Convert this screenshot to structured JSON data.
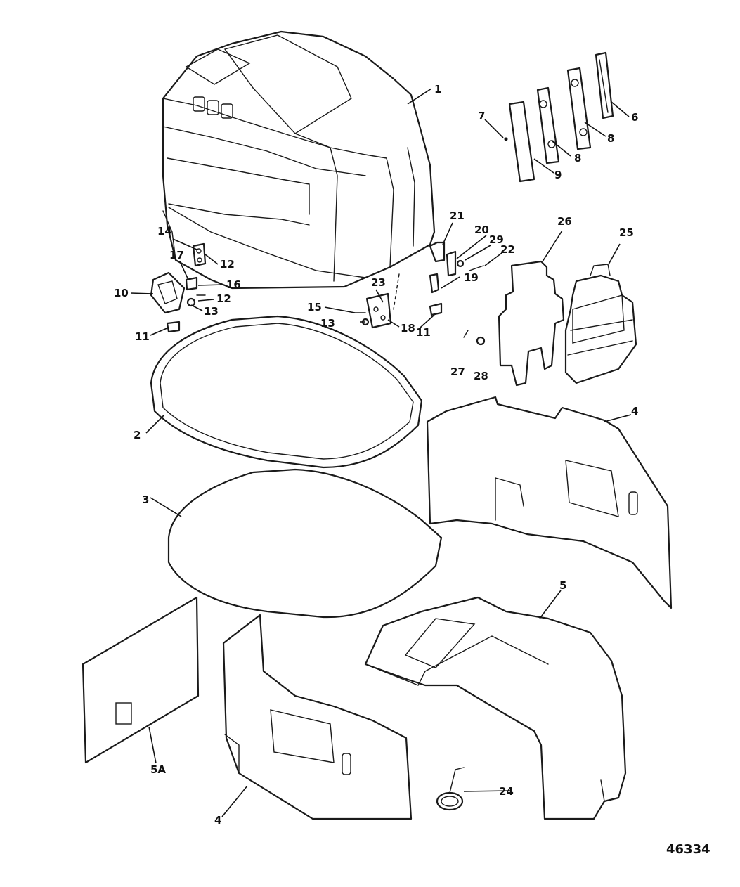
{
  "reference_number": "46334",
  "callouts": [
    {
      "id": "c1",
      "label": "1"
    },
    {
      "id": "c2",
      "label": "2"
    },
    {
      "id": "c3",
      "label": "3"
    },
    {
      "id": "c4a",
      "label": "4"
    },
    {
      "id": "c4b",
      "label": "4"
    },
    {
      "id": "c5",
      "label": "5"
    },
    {
      "id": "c5a",
      "label": "5A"
    },
    {
      "id": "c6",
      "label": "6"
    },
    {
      "id": "c7",
      "label": "7"
    },
    {
      "id": "c8a",
      "label": "8"
    },
    {
      "id": "c8b",
      "label": "8"
    },
    {
      "id": "c9",
      "label": "9"
    },
    {
      "id": "c10",
      "label": "10"
    },
    {
      "id": "c11a",
      "label": "11"
    },
    {
      "id": "c11b",
      "label": "11"
    },
    {
      "id": "c12a",
      "label": "12"
    },
    {
      "id": "c12b",
      "label": "12"
    },
    {
      "id": "c13a",
      "label": "13"
    },
    {
      "id": "c13b",
      "label": "13"
    },
    {
      "id": "c14",
      "label": "14"
    },
    {
      "id": "c15",
      "label": "15"
    },
    {
      "id": "c16",
      "label": "16"
    },
    {
      "id": "c17",
      "label": "17"
    },
    {
      "id": "c18",
      "label": "18"
    },
    {
      "id": "c19",
      "label": "19"
    },
    {
      "id": "c20",
      "label": "20"
    },
    {
      "id": "c21",
      "label": "21"
    },
    {
      "id": "c22",
      "label": "22"
    },
    {
      "id": "c23",
      "label": "23"
    },
    {
      "id": "c24",
      "label": "24"
    },
    {
      "id": "c25",
      "label": "25"
    },
    {
      "id": "c26",
      "label": "26"
    },
    {
      "id": "c27",
      "label": "27"
    },
    {
      "id": "c28",
      "label": "28"
    },
    {
      "id": "c29",
      "label": "29"
    }
  ]
}
